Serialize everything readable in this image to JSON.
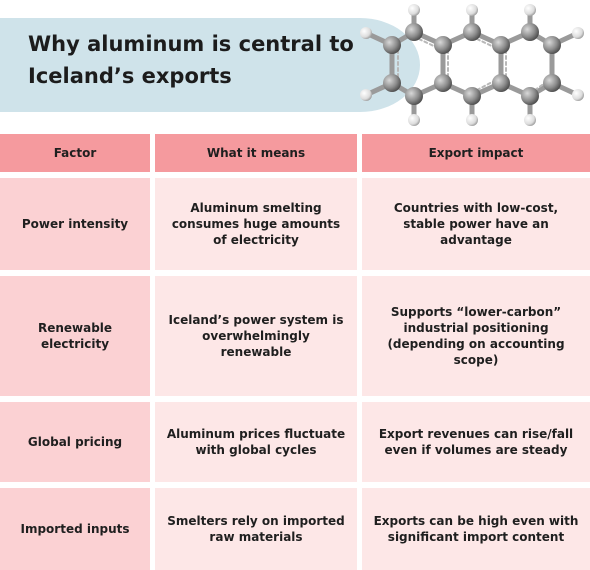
{
  "title": "Why aluminum is central to Iceland’s exports",
  "table": {
    "headers": [
      "Factor",
      "What it means",
      "Export impact"
    ],
    "rows": [
      [
        "Power intensity",
        "Aluminum smelting consumes huge amounts of electricity",
        "Countries with low-cost, stable power have an advantage"
      ],
      [
        "Renewable electricity",
        "Iceland’s power system is overwhelmingly renewable",
        "Supports “lower-carbon” industrial positioning (depending on accounting scope)"
      ],
      [
        "Global pricing",
        "Aluminum prices fluctuate with global cycles",
        "Export revenues can rise/fall even if volumes are steady"
      ],
      [
        "Imported inputs",
        "Smelters rely on imported raw materials",
        "Exports can be high even with significant import content"
      ]
    ]
  },
  "colors": {
    "title_band": "#cfe3ea",
    "header_row": "#f59a9e",
    "factor_column": "#fbd1d3",
    "body_cells": "#fde7e7"
  },
  "image": "anthracene-molecule-model"
}
